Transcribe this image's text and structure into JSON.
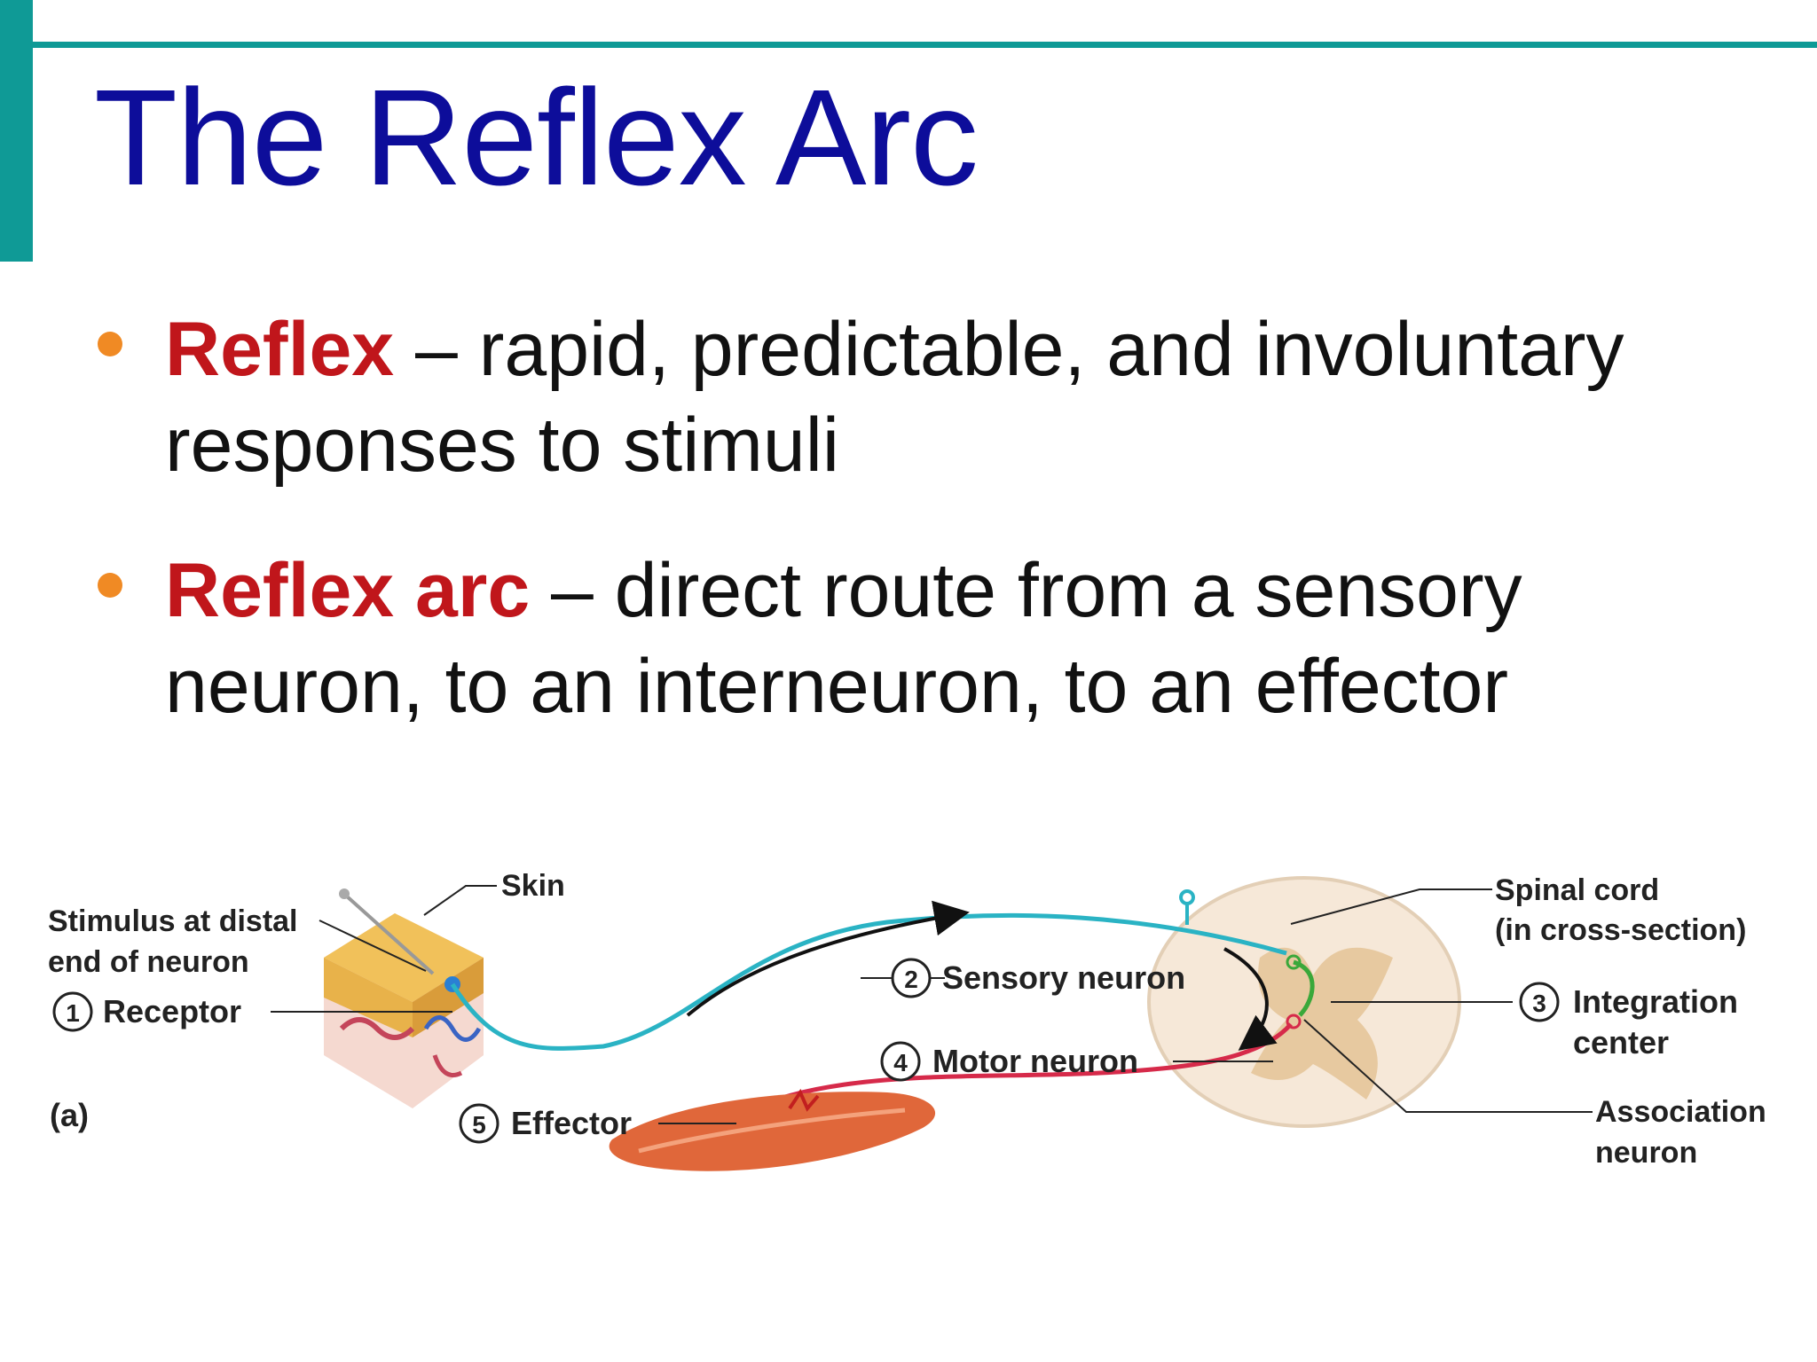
{
  "slide": {
    "title": "The Reflex Arc",
    "bullets": [
      {
        "term": "Reflex",
        "text": " – rapid, predictable, and involuntary responses to stimuli"
      },
      {
        "term": "Reflex arc",
        "text": " – direct route from a sensory neuron, to an interneuron, to an effector"
      }
    ]
  },
  "diagram": {
    "labels": {
      "skin": "Skin",
      "stimulus_1": "Stimulus at distal",
      "stimulus_2": "end of neuron",
      "receptor_num": "1",
      "receptor": "Receptor",
      "panel": "(a)",
      "sensory_num": "2",
      "sensory": "Sensory neuron",
      "motor_num": "4",
      "motor": "Motor neuron",
      "effector_num": "5",
      "effector": "Effector",
      "spinal_1": "Spinal cord",
      "spinal_2": "(in cross-section)",
      "integration_num": "3",
      "integration_1": "Integration",
      "integration_2": "center",
      "association_1": "Association",
      "association_2": "neuron"
    },
    "colors": {
      "sensory": "#2ab3c4",
      "motor": "#d62a4a",
      "association": "#3aa83a",
      "muscle": "#e0673a"
    }
  }
}
